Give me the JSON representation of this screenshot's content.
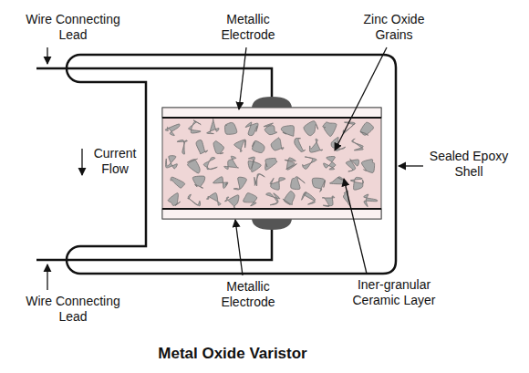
{
  "diagram": {
    "title": "Metal Oxide Varistor",
    "labels": [
      "Wire Connecting Lead",
      "Metallic Electrode",
      "Zinc Oxide Grains",
      "Current Flow",
      "Sealed Epoxy Shell",
      "Wire Connecting Lead",
      "Metallic Electrode",
      "Iner-granular Ceramic Layer"
    ]
  }
}
